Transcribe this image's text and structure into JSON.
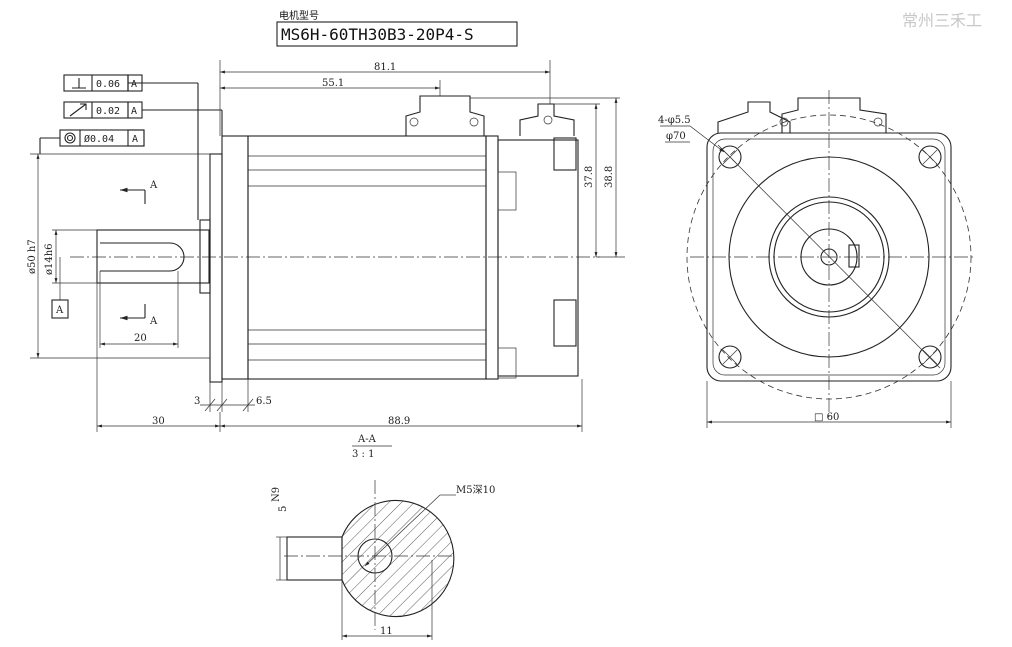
{
  "title": {
    "label": "电机型号",
    "model": "MS6H-60TH30B3-20P4-S"
  },
  "watermark": "常州三禾工",
  "tolerances": {
    "perpendicularity": {
      "value": "0.06",
      "datum": "A"
    },
    "runout": {
      "value": "0.02",
      "datum": "A"
    },
    "concentricity": {
      "value": "Ø0.04",
      "datum": "A"
    }
  },
  "side_view": {
    "dim_overall_top": "81.1",
    "dim_connector": "55.1",
    "dim_height_1": "37.8",
    "dim_height_2": "38.8",
    "dim_pilot": "ø50 h7",
    "dim_shaft": "ø14h6",
    "datum_label": "A",
    "section_label_top": "A",
    "section_label_bottom": "A",
    "dim_key_length": "20",
    "dim_flange_gap": "3",
    "dim_flange_thk": "6.5",
    "dim_shaft_length": "30",
    "dim_body_length": "88.9"
  },
  "section": {
    "title_top": "A-A",
    "title_scale": "3 : 1",
    "dim_key_width": "5",
    "dim_key_tol": "N9",
    "dim_thread": "M5深10",
    "dim_width": "11"
  },
  "front_view": {
    "dim_holes": "4-φ5.5",
    "dim_pcd": "φ70",
    "dim_square": "□ 60"
  }
}
